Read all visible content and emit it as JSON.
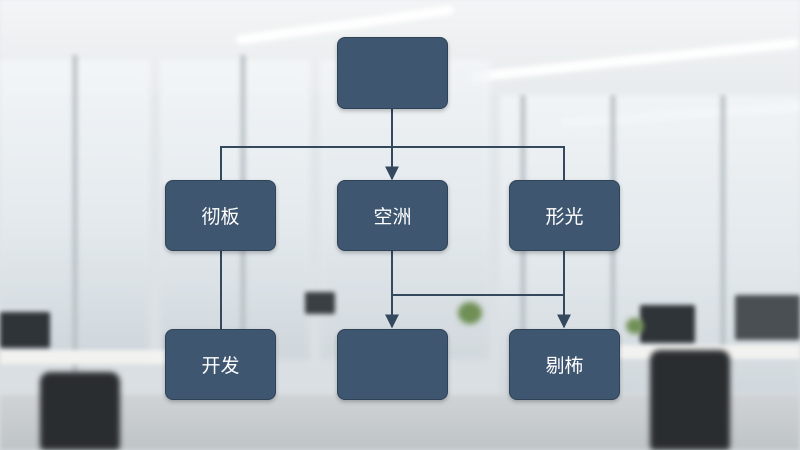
{
  "diagram": {
    "nodes": [
      {
        "id": "root",
        "label": ""
      },
      {
        "id": "left-mid",
        "label": "彻板"
      },
      {
        "id": "center-mid",
        "label": "空洲"
      },
      {
        "id": "right-mid",
        "label": "形光"
      },
      {
        "id": "left-bottom",
        "label": "开发"
      },
      {
        "id": "center-bottom",
        "label": ""
      },
      {
        "id": "right-bottom",
        "label": "剔柨"
      }
    ],
    "edges": [
      {
        "from": "root",
        "to": "left-mid",
        "arrow": false
      },
      {
        "from": "root",
        "to": "center-mid",
        "arrow": true
      },
      {
        "from": "root",
        "to": "right-mid",
        "arrow": false
      },
      {
        "from": "left-mid",
        "to": "left-bottom",
        "arrow": false
      },
      {
        "from": "center-mid",
        "to": "center-bottom",
        "arrow": true
      },
      {
        "from": "center-mid",
        "to": "right-bottom",
        "arrow": true
      },
      {
        "from": "right-mid",
        "to": "right-bottom",
        "arrow": false
      }
    ],
    "colors": {
      "node_fill": "#3f5670",
      "node_border": "#2f4358",
      "node_text": "#ffffff",
      "connector": "#34495e"
    }
  }
}
